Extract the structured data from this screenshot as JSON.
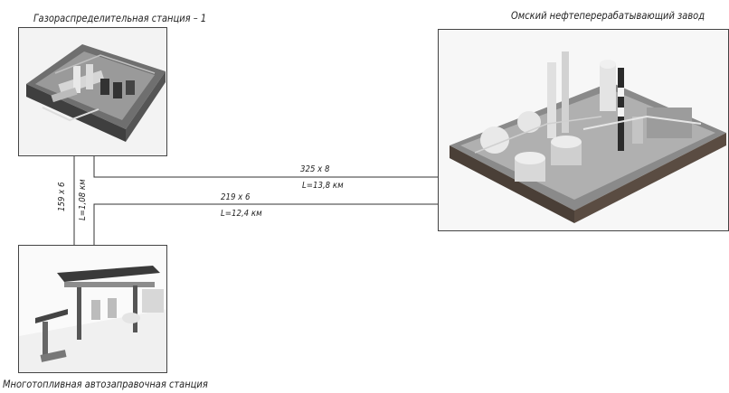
{
  "stations": {
    "gas": {
      "title": "Газораспределительная станция – 1"
    },
    "refinery": {
      "title": "Омский нефтеперерабатывающий завод"
    },
    "fuel": {
      "title": "Многотопливная автозаправочная станция"
    }
  },
  "pipelines": {
    "gas_to_refinery": {
      "spec": "325 х 8",
      "length": "L=13,8 км"
    },
    "fuel_to_refinery": {
      "spec": "219 х 6",
      "length": "L=12,4 км"
    },
    "gas_to_fuel": {
      "spec": "159 х 6",
      "length": "L=1,08 км"
    }
  },
  "colors": {
    "line": "#333333",
    "frame": "#444444"
  }
}
